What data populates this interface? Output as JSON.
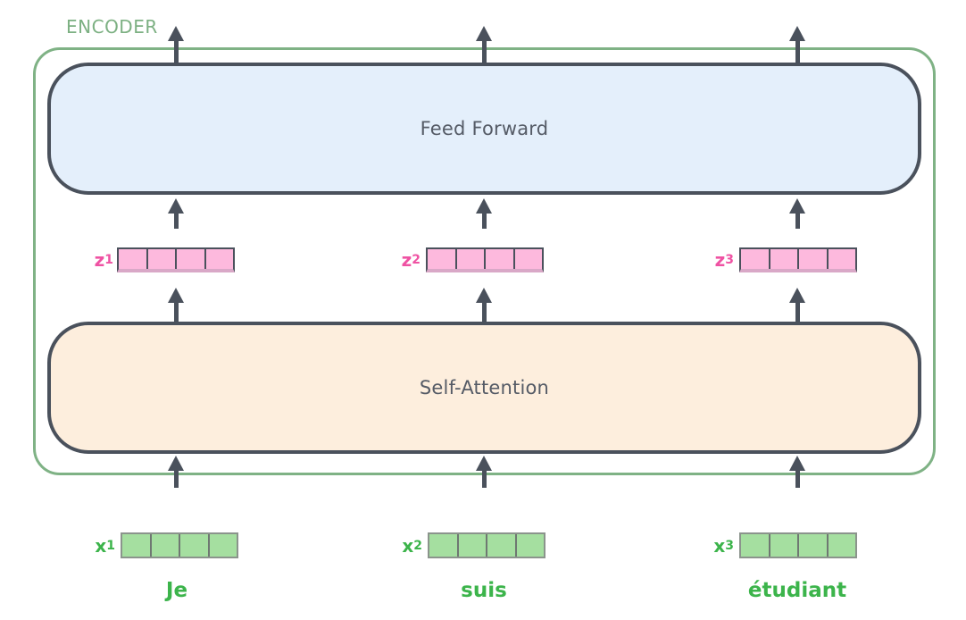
{
  "colors": {
    "slate": "#4a515c",
    "box_text": "#555b66",
    "green_border": "#7fb285",
    "green_text": "#7cb082",
    "bright_green": "#3cb44b",
    "blue_fill": "#e4effb",
    "peach_fill": "#fdeedd",
    "pink_label": "#ef52a3",
    "pink_fill": "#fdb9dd",
    "pink_muted": "#d9a8c7",
    "green_fill": "#a5dfa0",
    "green_cell_border": "#8b948c",
    "green_cell_sep": "#6f7872"
  },
  "encoder": {
    "label": "ENCODER"
  },
  "blocks": {
    "feed_forward": "Feed Forward",
    "self_attention": "Self-Attention"
  },
  "vectors": {
    "cell_count": 4,
    "z": [
      {
        "base": "z",
        "sub": "1"
      },
      {
        "base": "z",
        "sub": "2"
      },
      {
        "base": "z",
        "sub": "3"
      }
    ],
    "x": [
      {
        "base": "x",
        "sub": "1"
      },
      {
        "base": "x",
        "sub": "2"
      },
      {
        "base": "x",
        "sub": "3"
      }
    ]
  },
  "tokens": [
    "Je",
    "suis",
    "étudiant"
  ]
}
